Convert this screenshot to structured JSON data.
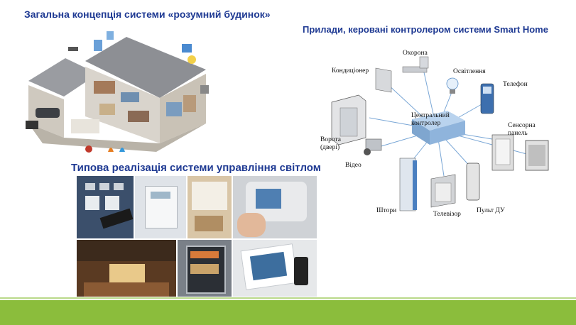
{
  "titles": {
    "concept": "Загальна концепція системи «розумний будинок»",
    "devices": "Прилади, керовані контролером системи Smart Home",
    "lighting": "Типова реалізація системи управління світлом"
  },
  "diagram": {
    "center": "Центральний контролер",
    "center_line1": "Центральний",
    "center_line2": "контролер",
    "nodes": {
      "security": "Охорона",
      "ac": "Кондиціонер",
      "lighting": "Освітлення",
      "phone": "Телефон",
      "touch_line1": "Сенсорна",
      "touch_line2": "панель",
      "gate_line1": "Ворота",
      "gate_line2": "(двері)",
      "video": "Відео",
      "blinds": "Штори",
      "tv": "Телевізор",
      "remote": "Пульт ДУ"
    }
  },
  "colors": {
    "title": "#1f3a93",
    "footer": "#8bbd3c",
    "controller": "#8fb4dc"
  }
}
